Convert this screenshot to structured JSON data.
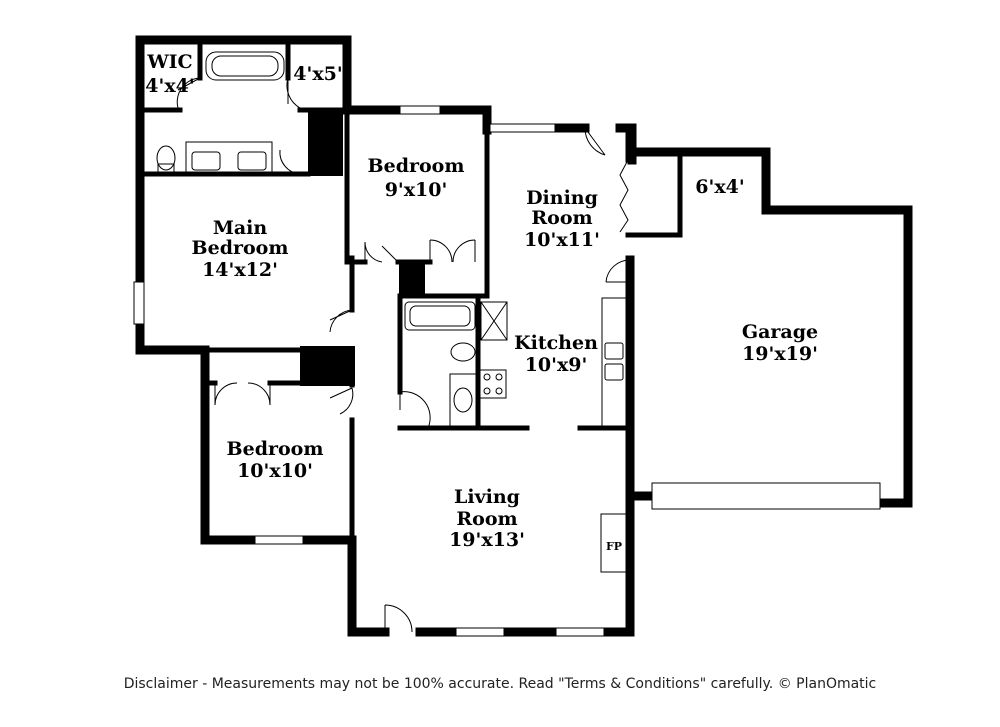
{
  "rooms": {
    "wic": {
      "name": "WIC",
      "dims": "4'x4'"
    },
    "closet": {
      "dims": "4'x5'"
    },
    "bedroom_top": {
      "name": "Bedroom",
      "dims": "9'x10'"
    },
    "main_bedroom": {
      "name_line1": "Main",
      "name_line2": "Bedroom",
      "dims": "14'x12'"
    },
    "dining": {
      "name_line1": "Dining",
      "name_line2": "Room",
      "dims": "10'x11'"
    },
    "storage": {
      "dims": "6'x4'"
    },
    "garage": {
      "name": "Garage",
      "dims": "19'x19'"
    },
    "kitchen": {
      "name": "Kitchen",
      "dims": "10'x9'"
    },
    "bedroom_bottom": {
      "name": "Bedroom",
      "dims": "10'x10'"
    },
    "living": {
      "name_line1": "Living",
      "name_line2": "Room",
      "dims": "19'x13'"
    }
  },
  "fireplace_label": "FP",
  "disclaimer": "Disclaimer - Measurements may not be 100% accurate. Read \"Terms & Conditions\" carefully. © PlanOmatic"
}
